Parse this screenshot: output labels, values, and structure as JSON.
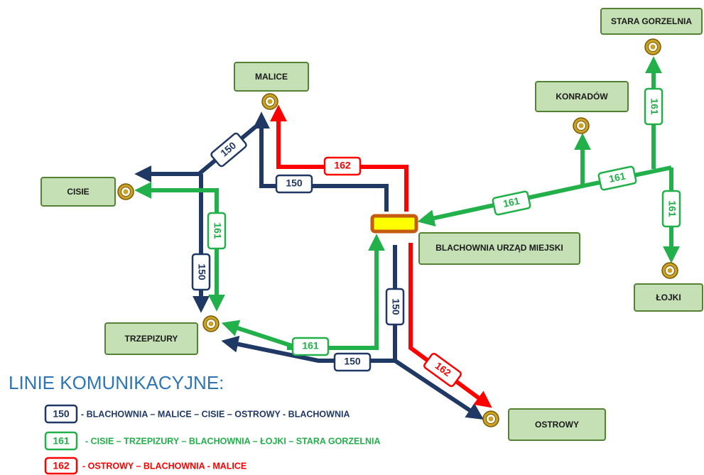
{
  "colors": {
    "blue": "#1f3864",
    "green": "#22b04a",
    "red": "#ff0000",
    "stop_fill": "#c5e0b4",
    "hub_fill": "#ffff00",
    "hub_border": "#c55a11"
  },
  "stops": {
    "malice": "MALICE",
    "cisie": "CISIE",
    "trzepizury": "TRZEPIZURY",
    "blachownia": "BLACHOWNIA URZĄD MIEJSKI",
    "konradow": "KONRADÓW",
    "stara_gorzelnia": "STARA  GORZELNIA",
    "lojki": "ŁOJKI",
    "ostrowy": "OSTROWY"
  },
  "route_tags": {
    "r150": "150",
    "r161": "161",
    "r162": "162"
  },
  "legend": {
    "title": "LINIE KOMUNIKACYJNE:",
    "items": [
      {
        "number": "150",
        "color": "#1f3864",
        "text": "- BLACHOWNIA – MALICE – CISIE – OSTROWY - BLACHOWNIA"
      },
      {
        "number": "161",
        "color": "#22b04a",
        "text": "- CISIE – TRZEPIZURY – BLACHOWNIA – ŁOJKI – STARA GORZELNIA"
      },
      {
        "number": "162",
        "color": "#ff0000",
        "text": "- OSTROWY – BLACHOWNIA - MALICE"
      }
    ]
  }
}
